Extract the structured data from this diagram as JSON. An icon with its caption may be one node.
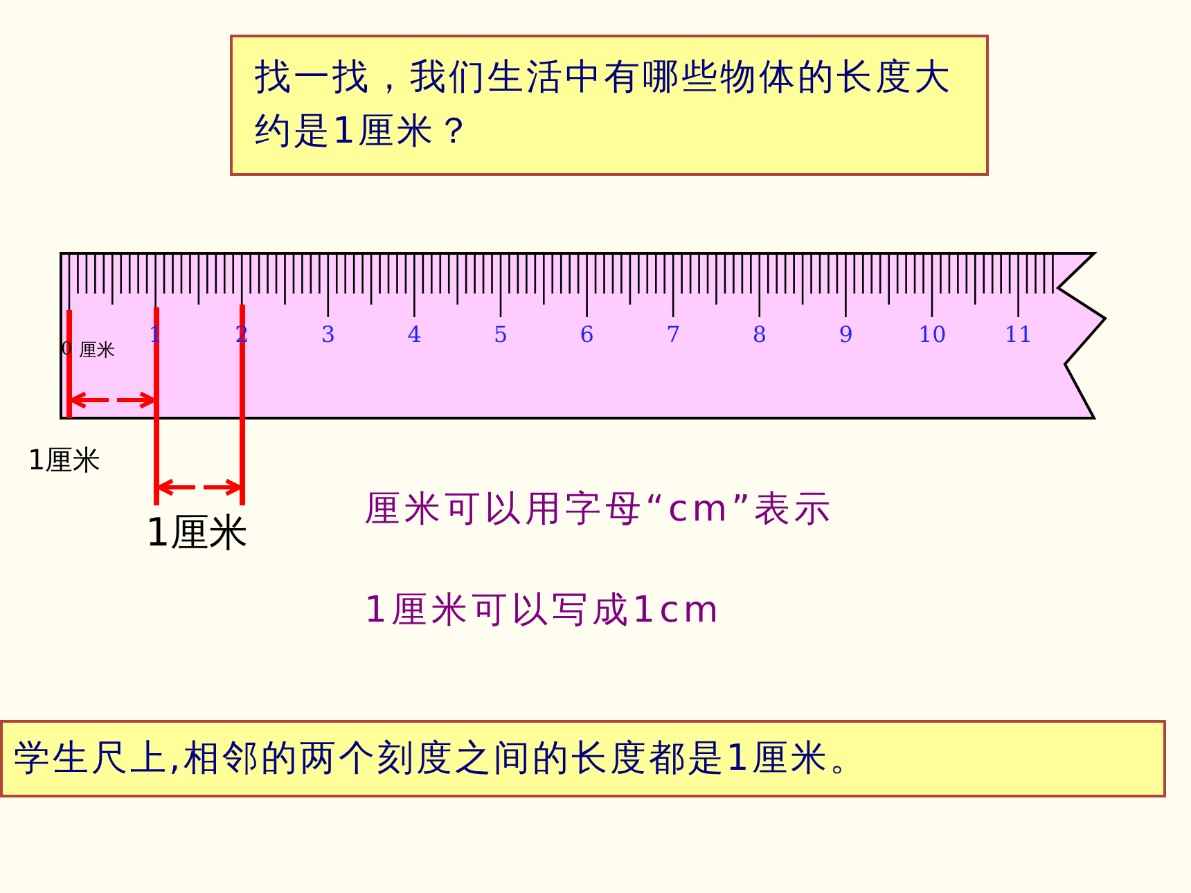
{
  "diagram": {
    "nodes": [
      {
        "text": [
          "找一找，我们生活中有哪些物体的长度大约是1厘米？"
        ]
      },
      {
        "text": [
          "学生尺上,相邻的两个刻度之间的长度都是1厘米。"
        ]
      }
    ],
    "labels": [
      "0",
      "厘米",
      "1",
      "2",
      "3",
      "4",
      "5",
      "6",
      "7",
      "8",
      "9",
      "10",
      "11",
      "1厘米",
      "1厘米",
      "厘米可以用字母“cm”表示",
      "1厘米可以写成1cm"
    ]
  }
}
